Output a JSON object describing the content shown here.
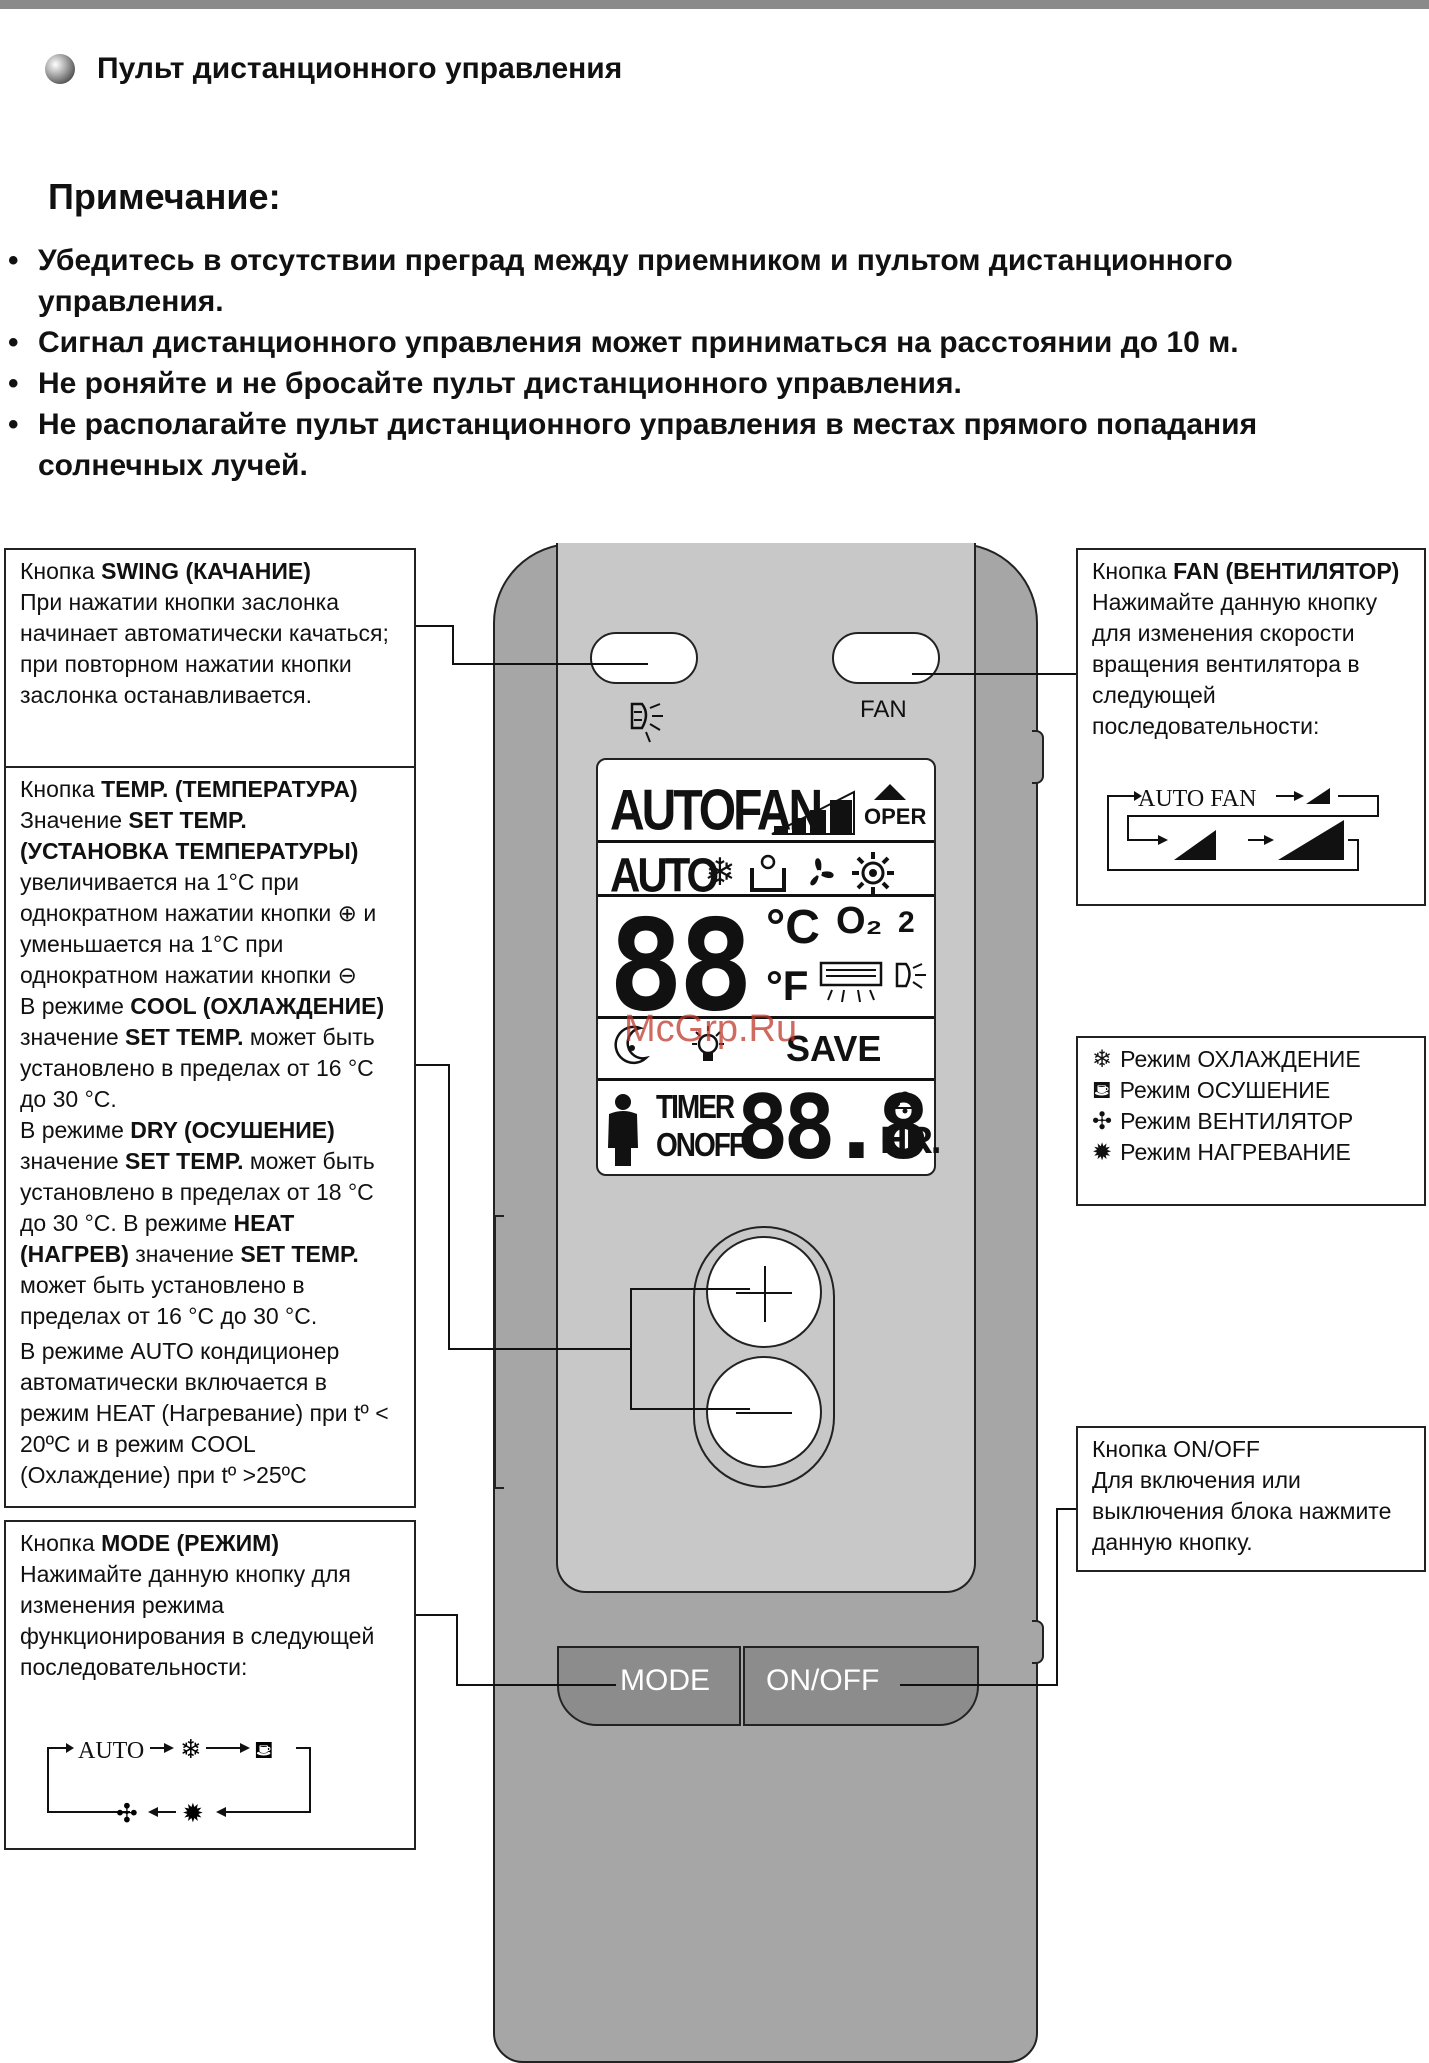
{
  "section_title": "Пульт дистанционного управления",
  "note_title": "Примечание:",
  "notes": [
    "Убедитесь в отсутствии преград между приемником и пультом дистанционного управления.",
    "Сигнал дистанционного управления может приниматься на расстоянии до 10 м.",
    "Не роняйте и не бросайте пульт дистанционного управления.",
    "Не располагайте пульт дистанционного управления в местах прямого попадания солнечных лучей."
  ],
  "swing_box": {
    "lead": "Кнопка ",
    "name": "SWING (КАЧАНИЕ)",
    "text": "При нажатии кнопки заслонка начинает автоматически качаться; при повторном нажатии кнопки заслонка останавливается."
  },
  "fan_box": {
    "lead": "Кнопка ",
    "name": "FAN (ВЕНТИЛЯТОР)",
    "text": "Нажимайте данную кнопку для изменения скорости вращения вентилятора в следующей последовательности:",
    "seq_label": "AUTO FAN"
  },
  "temp_box": {
    "p1_a": "Кнопка ",
    "p1_b": "TEMP. (ТЕМПЕРАТУРА)",
    "p2_a": "Значение ",
    "p2_b": "SET TEMP. (УСТАНОВКА ТЕМПЕРАТУРЫ)",
    "p3": "увеличивается на 1°C при однократном нажатии кнопки ⊕ и уменьшается на 1°C при однократном нажатии кнопки ⊖",
    "p4_a": "В режиме ",
    "p4_b": "COOL (ОХЛАЖДЕНИЕ)",
    "p4_c": " значение ",
    "p4_d": "SET TEMP.",
    "p4_e": " может быть установлено в пределах от 16 °C до 30 °C.",
    "p5_a": "В режиме ",
    "p5_b": "DRY (ОСУШЕНИЕ)",
    "p5_c": " значение ",
    "p5_d": "SET TEMP.",
    "p5_e": " может быть установлено в пределах от 18 °C до 30 °C. В режиме ",
    "p5_f": "HEAT (НАГРЕВ)",
    "p5_g": " значение ",
    "p5_h": "SET TEMP.",
    "p5_i": " может быть установлено в пределах от 16 °C до 30 °C.",
    "p6": "В режиме AUTO кондиционер автоматически включается в режим HEAT (Нагревание) при tº < 20ºC и в режим COOL (Охлаждение) при tº >25ºC"
  },
  "mode_box": {
    "lead": "Кнопка ",
    "name": "MODE (РЕЖИМ)",
    "text": "Нажимайте данную кнопку для изменения режима функционирования в следующей последовательности:",
    "seq_label": "AUTO"
  },
  "legend_box": {
    "items": [
      "Режим ОХЛАЖДЕНИЕ",
      "Режим ОСУШЕНИЕ",
      "Режим ВЕНТИЛЯТОР",
      "Режим НАГРЕВАНИЕ"
    ]
  },
  "onoff_box": {
    "title": "Кнопка ON/OFF",
    "text": "Для включения или выключения блока нажмите данную кнопку."
  },
  "remote": {
    "fan_label": "FAN",
    "mode_label": "MODE",
    "onoff_label": "ON/OFF",
    "lcd": {
      "autofan": "AUTOFAN",
      "oper": "OPER",
      "auto": "AUTO",
      "digits": "88",
      "deg_c": "°C",
      "deg_f": "°F",
      "o2": "O₂",
      "save": "SAVE",
      "timer": "TIMER",
      "onoff": "ONOFF",
      "clock": "88.8",
      "hr": "HR."
    }
  },
  "watermark": "McGrp.Ru",
  "colors": {
    "remote_body": "#a6a6a6",
    "panel": "#c8c8c8",
    "watermark": "#c0392b"
  }
}
